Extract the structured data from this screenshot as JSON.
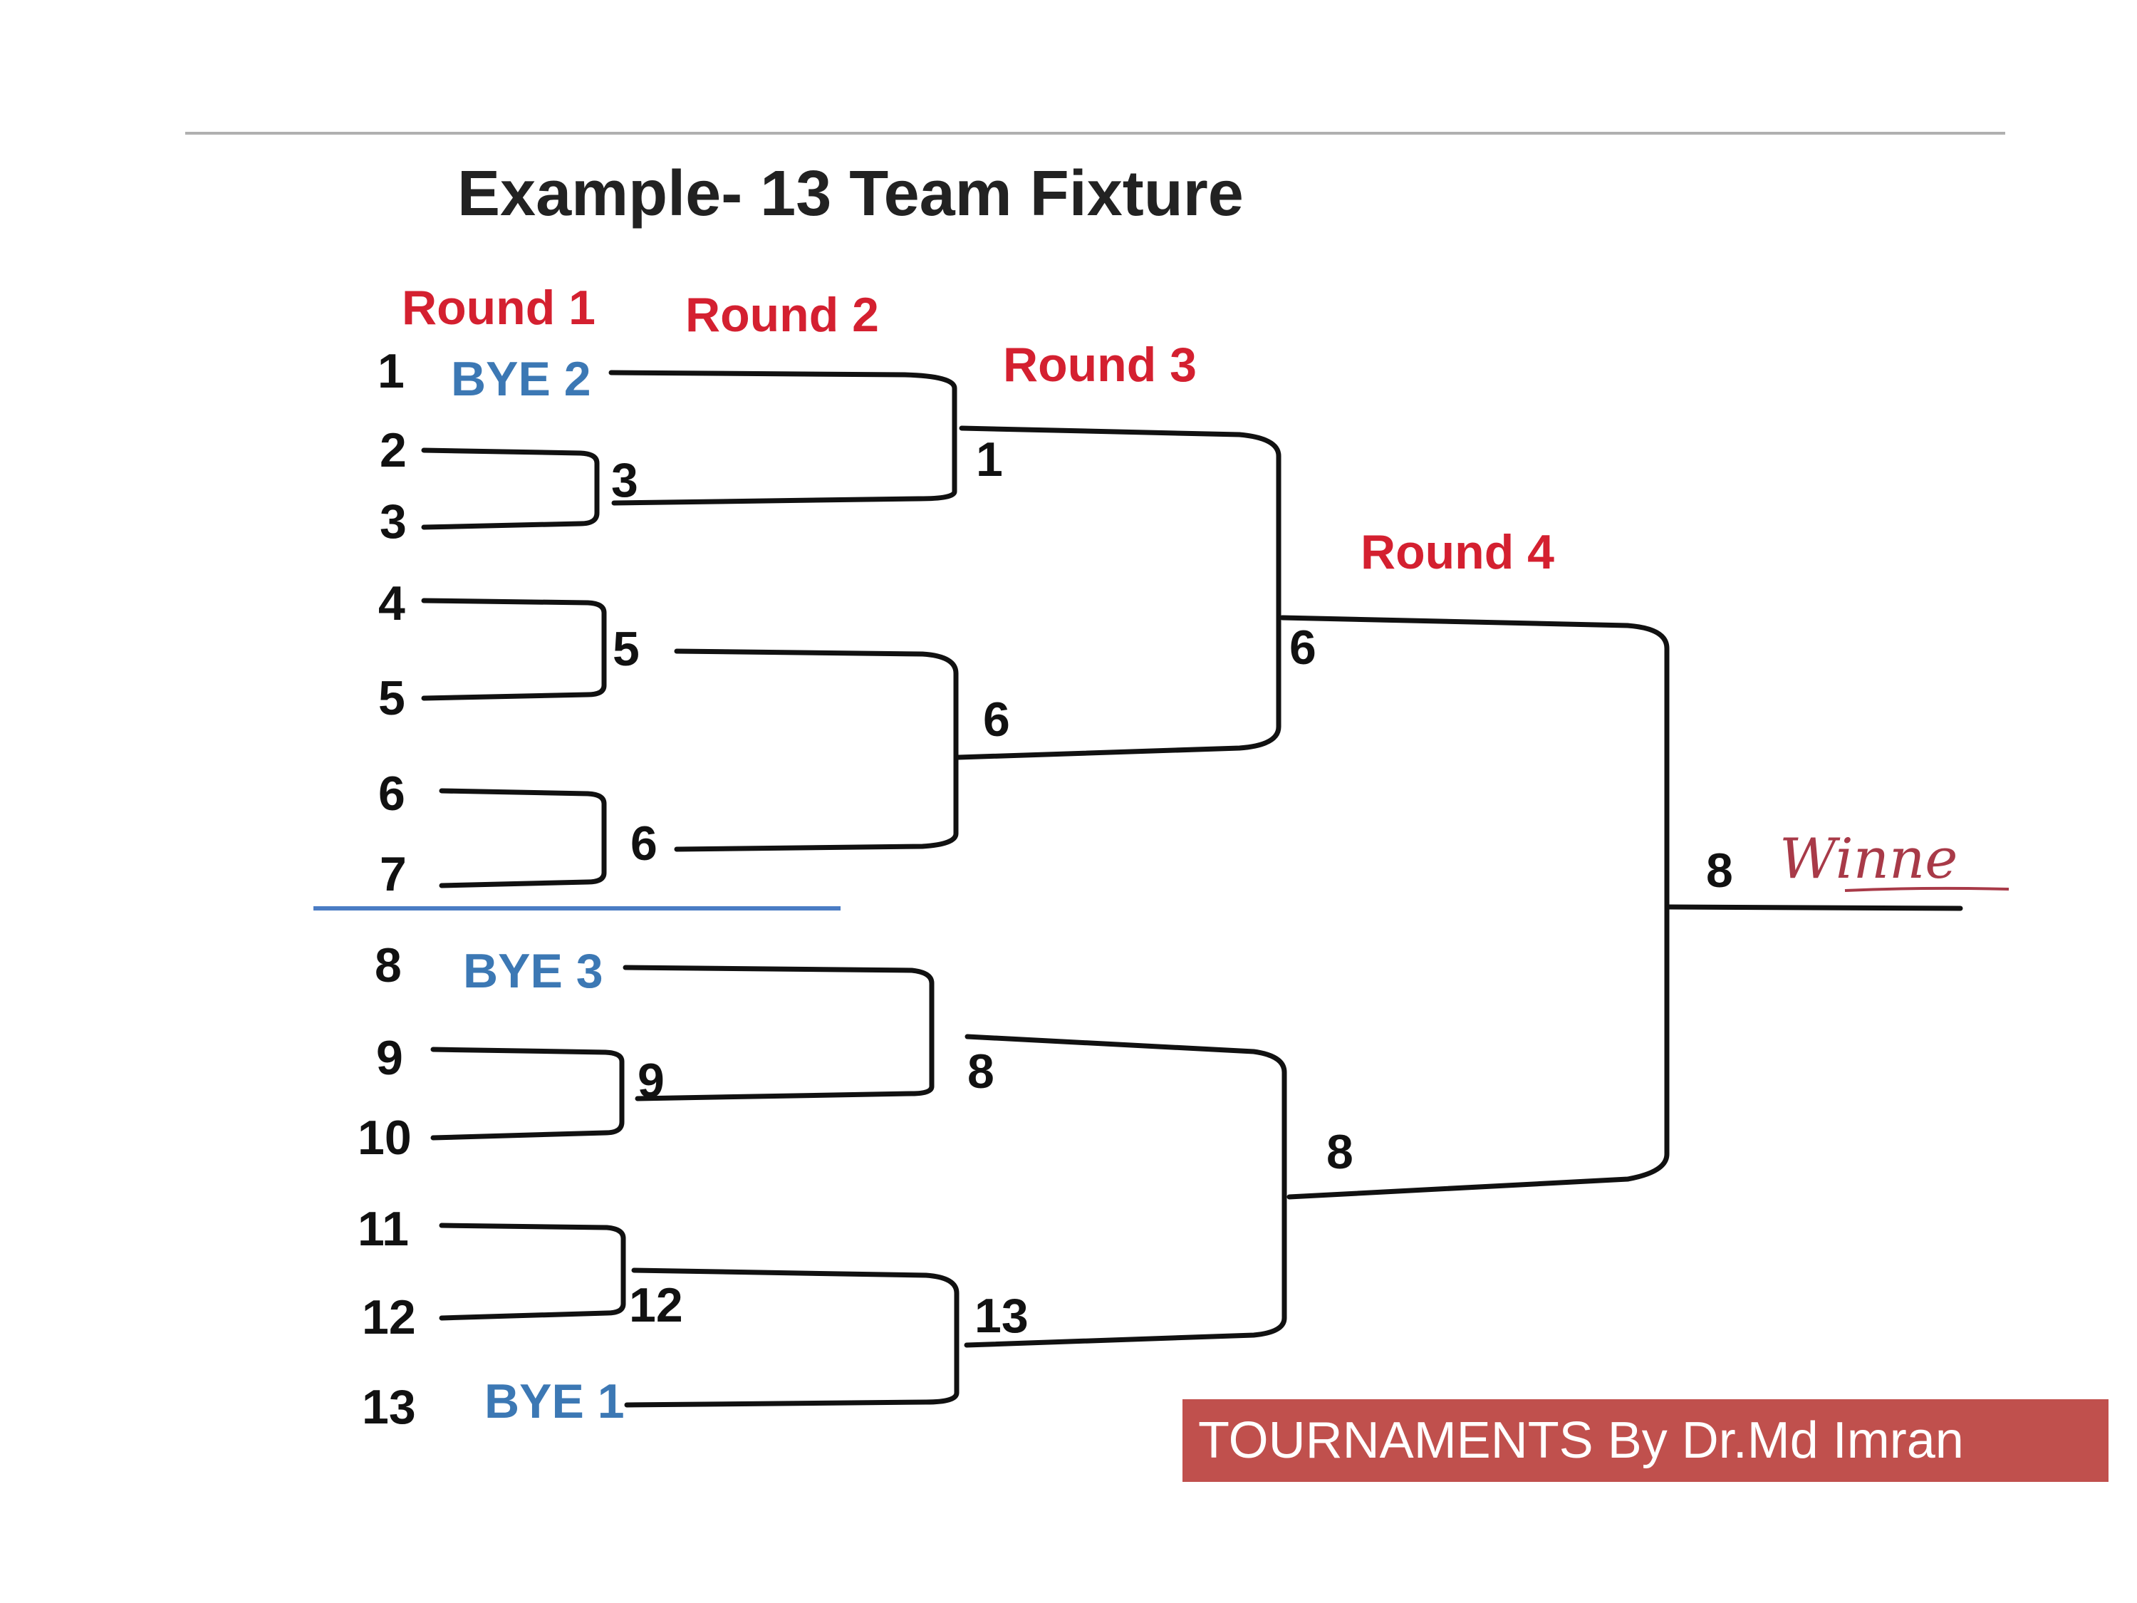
{
  "title": "Example- 13 Team Fixture",
  "colors": {
    "round": "#d42030",
    "bye": "#3c78b4",
    "winner": "#a83a48",
    "banner": "#c0504d",
    "rule": "#b0b0b0",
    "divider": "#4a7cc4"
  },
  "rounds": [
    "Round 1",
    "Round 2",
    "Round 3",
    "Round 4"
  ],
  "round1_entries": [
    "1",
    "2",
    "3",
    "4",
    "5",
    "6",
    "7",
    "8",
    "9",
    "10",
    "11",
    "12",
    "13"
  ],
  "byes": [
    "BYE 2",
    "BYE 3",
    "BYE 1"
  ],
  "round2_winners": [
    "3",
    "5",
    "6",
    "9",
    "12"
  ],
  "round3_winners": [
    "1",
    "6",
    "8",
    "13"
  ],
  "round4_winners": [
    "6",
    "8"
  ],
  "final": {
    "winner": "8",
    "label": "Winne"
  },
  "footer": "TOURNAMENTS By Dr.Md Imran"
}
